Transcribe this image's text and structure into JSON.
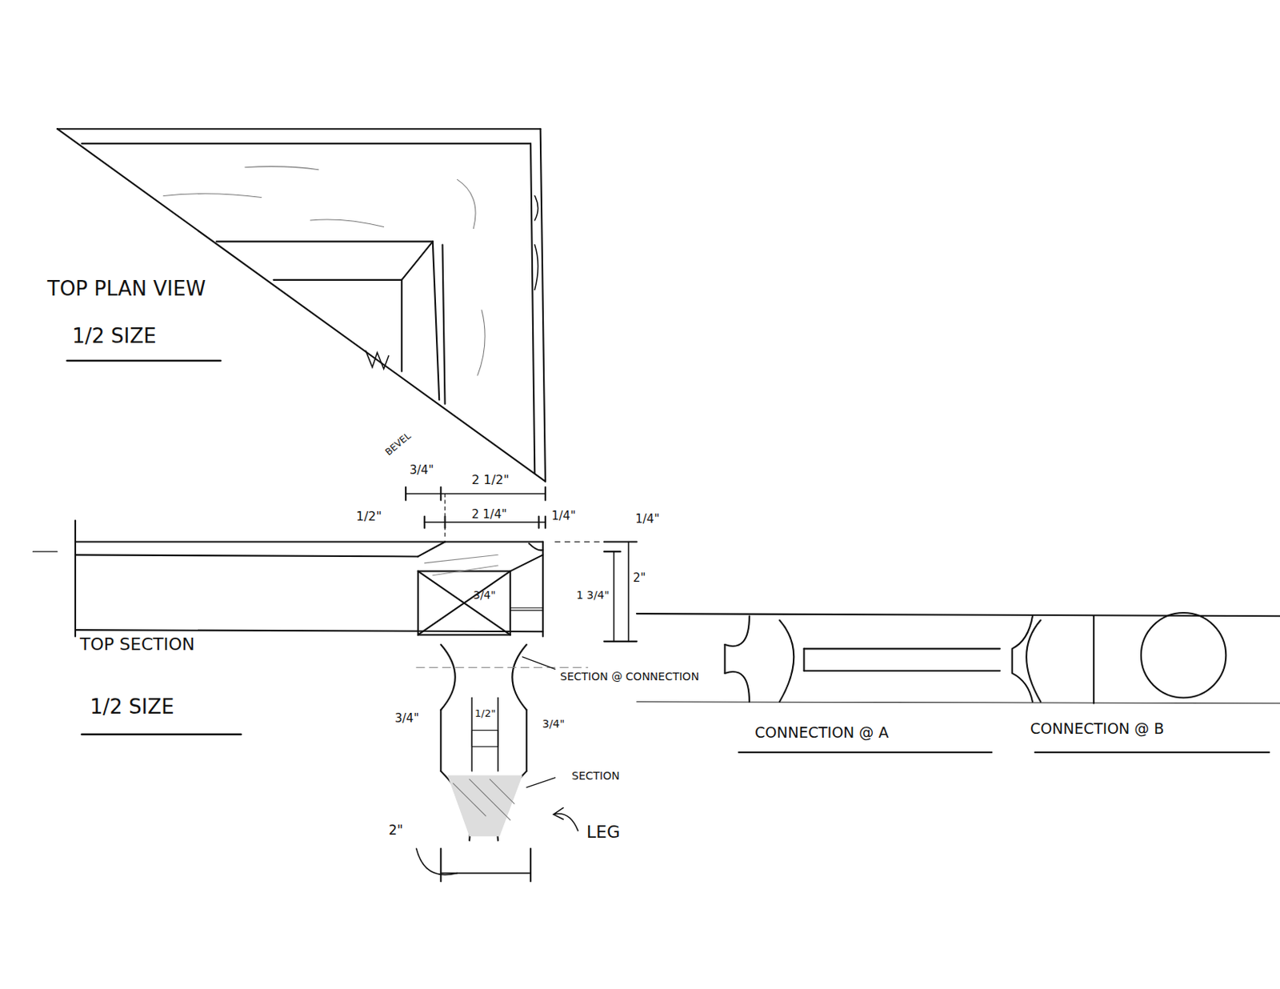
{
  "diagram": {
    "labels": [
      "TOP PLAN VIEW",
      "1/2 SIZE",
      "TOP SECTION",
      "1/2 SIZE",
      "BEVEL",
      "3/4\"",
      "2 1/2\"",
      "1/2\"",
      "2 1/4\"",
      "1/4\"",
      "1/4\"",
      "1 3/4\"",
      "2\"",
      "3/4\"",
      "SECTION @ CONNECTION",
      "3/4\"",
      "1/2\"",
      "3/4\"",
      "SECTION",
      "LEG",
      "2\"",
      "CONNECTION @ A",
      "CONNECTION @ B"
    ]
  }
}
